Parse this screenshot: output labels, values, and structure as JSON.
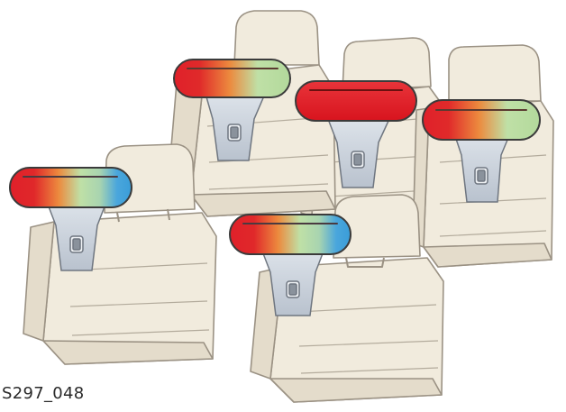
{
  "figure_code": "S297_048",
  "colors": {
    "seat_fill": "#f1ebdd",
    "seat_shade": "#e4dccb",
    "seat_outline": "#9b9284",
    "seam": "#b3ab9c",
    "buckle_fill": "#c9d1dc",
    "buckle_outline": "#6f7680",
    "pill_outline": "#3b3b3b",
    "red": "#e0202a",
    "orange": "#e8823a",
    "green": "#b8dca0",
    "blue": "#3a9dd8"
  },
  "seats": [
    {
      "name": "seat-front-left",
      "indicator": "red-orange-green"
    },
    {
      "name": "seat-front-middle",
      "indicator": "all-red"
    },
    {
      "name": "seat-front-right",
      "indicator": "red-orange-green"
    },
    {
      "name": "seat-rear-left",
      "indicator": "red-orange-green-blue"
    },
    {
      "name": "seat-rear-right",
      "indicator": "red-orange-green-blue"
    }
  ]
}
